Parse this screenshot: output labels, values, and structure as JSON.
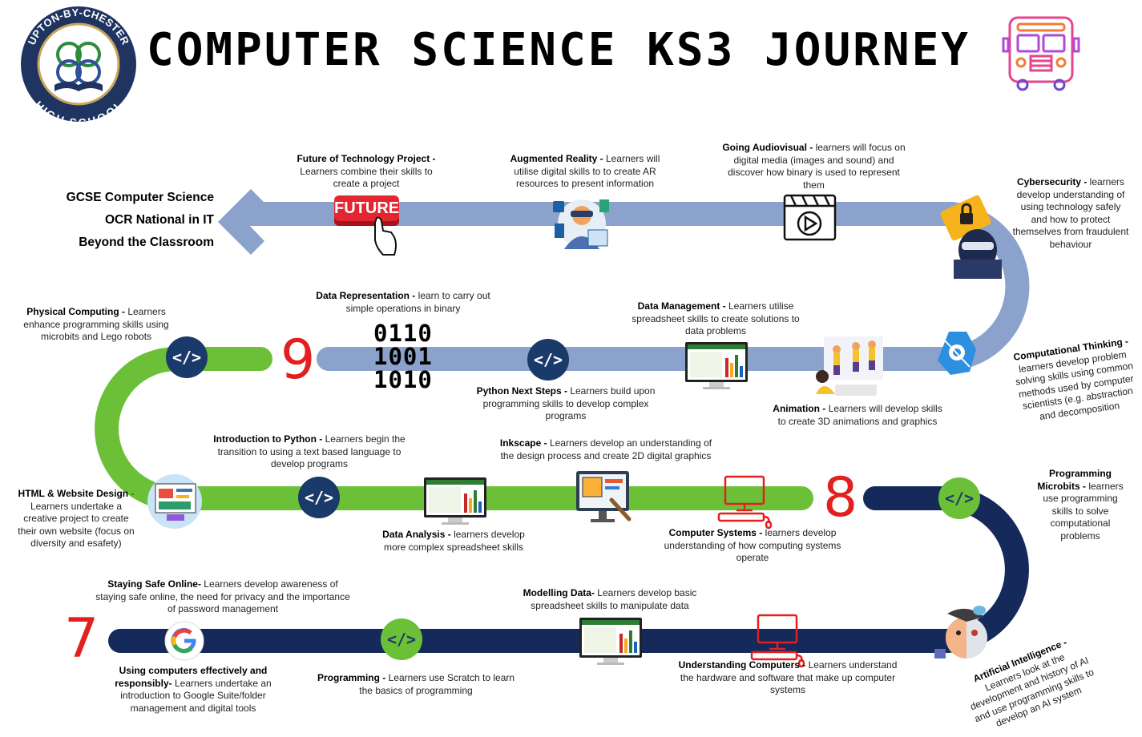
{
  "title": "COMPUTER SCIENCE KS3 JOURNEY",
  "school": {
    "top_text": "UPTON-BY-CHESTER",
    "bottom_text": "HIGH SCHOOL"
  },
  "destinations": [
    "GCSE Computer Science",
    "OCR National in IT",
    "Beyond the Classroom"
  ],
  "years": {
    "y7": "7",
    "y8": "8",
    "y9": "9"
  },
  "binary": [
    "0110",
    "1001",
    "1010"
  ],
  "future_badge": "FUTURE",
  "colors": {
    "year7": "#15295a",
    "year8": "#6cc038",
    "year9": "#8aa2cc",
    "icon_circle": "#1a3a6a",
    "year_number": "#e32020"
  },
  "topics": {
    "future_tech": {
      "title": "Future of Technology Project -",
      "text": "Learners combine their skills to create a project"
    },
    "ar": {
      "title": "Augmented Reality -",
      "text": "Learners will utilise digital skills to to create AR resources to present information"
    },
    "audiovisual": {
      "title": "Going Audiovisual -",
      "text": "learners will focus on digital media (images and sound) and discover how binary is used to represent them"
    },
    "cyber": {
      "title": "Cybersecurity -",
      "text": "learners develop understanding of using technology safely and how to protect themselves from fraudulent behaviour"
    },
    "comp_thinking": {
      "title": "Computational Thinking -",
      "text": "learners develop problem solving skills using common methods used by computer scientists (e.g. abstraction and decomposition"
    },
    "animation": {
      "title": "Animation -",
      "text": "Learners will develop skills to create 3D animations and graphics"
    },
    "data_mgmt": {
      "title": "Data Management -",
      "text": "Learners utilise spreadsheet skills to create solutions to data problems"
    },
    "python_next": {
      "title": "Python Next Steps -",
      "text": "Learners build upon programming skills to develop complex programs"
    },
    "data_rep": {
      "title": "Data Representation -",
      "text": "learn to carry out simple operations in binary"
    },
    "physical": {
      "title": "Physical Computing -",
      "text": "Learners enhance programming skills using microbits and Lego robots"
    },
    "html": {
      "title": "HTML & Website Design",
      "text": "- Learners undertake a creative project to create their own website (focus on diversity and esafety)"
    },
    "intro_python": {
      "title": "Introduction to Python -",
      "text": "Learners begin the transition to using a text based language to develop programs"
    },
    "data_analysis": {
      "title": "Data Analysis -",
      "text": "learners develop more complex spreadsheet skills"
    },
    "inkscape": {
      "title": "Inkscape -",
      "text": "Learners develop an understanding of the design process and create 2D digital graphics"
    },
    "comp_systems": {
      "title": "Computer Systems -",
      "text": "learners develop understanding of how computing systems operate"
    },
    "prog_microbits": {
      "title": "Programming Microbits -",
      "text": "learners use programming skills to solve computational problems"
    },
    "ai": {
      "title": "Artificial Intelligence -",
      "text": "Learners look at the development and history of AI and use programming skills to develop an AI system"
    },
    "understanding": {
      "title": "Understanding Computers -",
      "text": "Learners understand the hardware and software that make up computer systems"
    },
    "modelling": {
      "title": "Modelling Data-",
      "text": "Learners develop basic spreadsheet skills to manipulate data"
    },
    "programming": {
      "title": "Programming -",
      "text": "Learners use Scratch to learn the basics of programming"
    },
    "staying_safe": {
      "title": "Staying Safe Online-",
      "text": "Learners develop awareness of staying safe online, the need for privacy and the importance of password management"
    },
    "using_computers": {
      "title": "Using computers effectively and responsibly-",
      "text": "Learners undertake an introduction to Google Suite/folder management and digital tools"
    }
  }
}
